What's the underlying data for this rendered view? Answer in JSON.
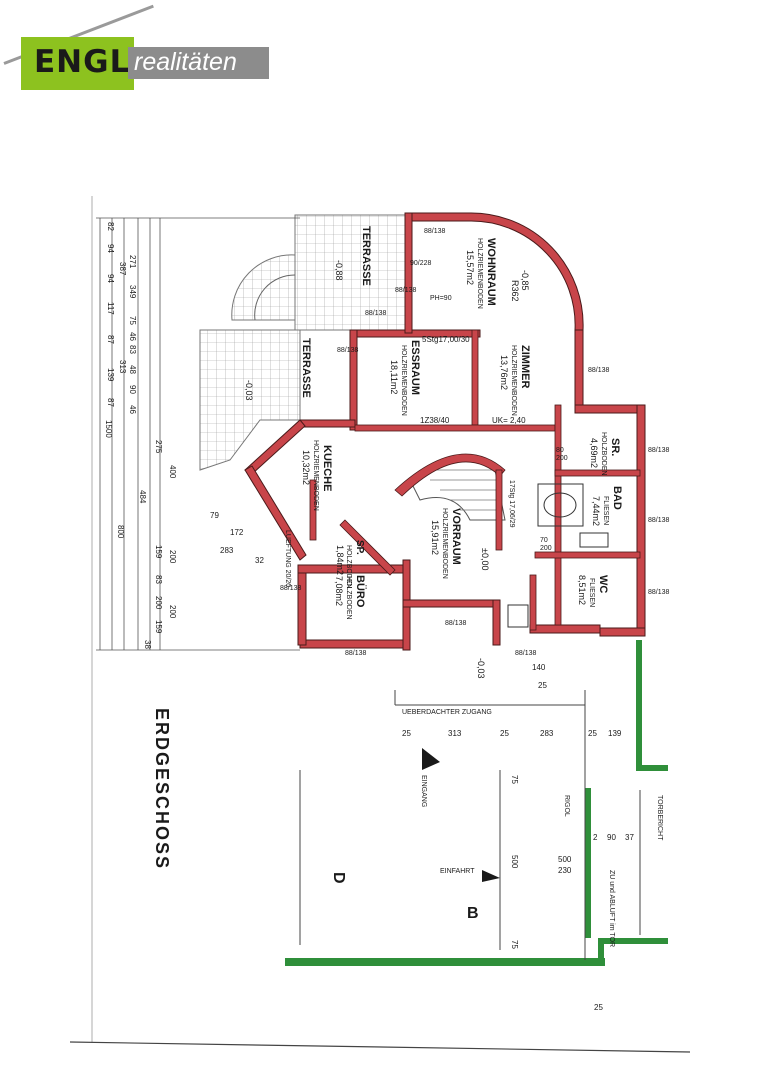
{
  "logo": {
    "brand": "ENGL",
    "tagline": "realitäten"
  },
  "floor": {
    "title": "ERDGESCHOSS",
    "rooms": {
      "wohnraum": {
        "name": "WOHNRAUM",
        "floor": "HOLZRIEMENBODEN",
        "area": "15,57m2",
        "level": "-0,85",
        "radius": "R362"
      },
      "terrasse1": {
        "name": "TERRASSE",
        "level": "-0,88"
      },
      "terrasse2": {
        "name": "TERRASSE",
        "level": "-0,03"
      },
      "essraum": {
        "name": "ESSRAUM",
        "floor": "HOLZRIEMENBODEN",
        "area": "18,11m2"
      },
      "zimmer": {
        "name": "ZIMMER",
        "floor": "HOLZRIEMENBODEN",
        "area": "13,76m2"
      },
      "kueche": {
        "name": "KUECHE",
        "floor": "HOLZRIEMENBODEN",
        "area": "10,32m2"
      },
      "sr": {
        "name": "SR.",
        "floor": "HOLZBODEN",
        "area": "4,69m2"
      },
      "bad": {
        "name": "BAD",
        "floor": "FLIESEN",
        "area": "7,44m2"
      },
      "wc": {
        "name": "WC",
        "floor": "FLIESEN",
        "area": "8,51m2"
      },
      "vorraum": {
        "name": "VORRAUM",
        "floor": "HOLZRIEMENBODEN",
        "area": "15,91m2",
        "level": "±0,00"
      },
      "sp": {
        "name": "SP.",
        "floor": "HOLZBODEN",
        "area": "1,84m2"
      },
      "buero": {
        "name": "BÜRO",
        "floor": "HOLZBODEN",
        "area": "7,08m2"
      }
    },
    "notes": {
      "stairs_top": "5Stg17,00/30",
      "stairs_mid": "1Z38/40",
      "uk": "UK= 2,40",
      "stairs_inner": "17Stg 17,06/29",
      "entrance_roof": "UEBERDACHTER ZUGANG",
      "entrance": "EINGANG",
      "driveway": "EINFAHRT",
      "gate": "TORBERICHT",
      "tor": "ZU und ABLUFT im TOR",
      "riegel": "RIGOL",
      "level_out": "-0,03",
      "lueftung": "LUEFTUNG 20/20",
      "section_b": "B",
      "section_d": "D"
    },
    "windows": [
      "88/138",
      "90/228",
      "88/138",
      "88/138",
      "88/138",
      "88/138",
      "88/138",
      "88/138",
      "88/138",
      "88/138",
      "88/138",
      "88/138",
      "88/138"
    ],
    "parapet": "PH=90",
    "dims_left": [
      "82",
      "94",
      "94",
      "117",
      "87",
      "139",
      "87",
      "400",
      "200",
      "200",
      "159",
      "38"
    ],
    "dims_left2": [
      "271",
      "349",
      "75",
      "46",
      "83",
      "48",
      "90",
      "46",
      "275",
      "484",
      "159",
      "83",
      "200"
    ],
    "dims_left3": [
      "387",
      "313",
      "800"
    ],
    "dims_total": "1500",
    "dims_bottom": [
      "25",
      "313",
      "25",
      "283",
      "25",
      "139"
    ],
    "dims_diag": [
      "79",
      "172",
      "283",
      "32"
    ],
    "dims_drive": [
      "75",
      "500",
      "75"
    ],
    "dims_gate": [
      "500",
      "230"
    ],
    "dims_gate2": [
      "2",
      "90",
      "37"
    ],
    "dims_misc": [
      "140",
      "25",
      "80",
      "200",
      "70",
      "200",
      "25"
    ]
  }
}
